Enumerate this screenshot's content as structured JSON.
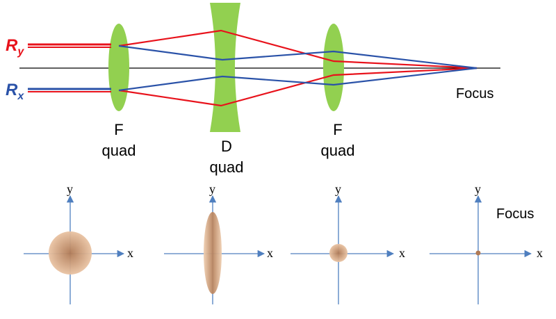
{
  "beamline": {
    "ray_y_main": "R",
    "ray_y_sub": "y",
    "ray_x_main": "R",
    "ray_x_sub": "x",
    "focus_label": "Focus",
    "lens1": {
      "line1": "F",
      "line2": "quad"
    },
    "lens2": {
      "line1": "D",
      "line2": "quad"
    },
    "lens3": {
      "line1": "F",
      "line2": "quad"
    }
  },
  "colors": {
    "ray_y": "#e8121b",
    "ray_x": "#2a52a8",
    "lens": "#92d050",
    "axis": "#4f7fbf",
    "spot": "#c8926a"
  },
  "profiles": {
    "axis_x_label": "x",
    "axis_y_label": "y",
    "focus_label": "Focus",
    "spots": [
      {
        "shape": "round",
        "size_relative": 1.0
      },
      {
        "shape": "tall-ellipse",
        "size_relative": 1.0
      },
      {
        "shape": "round",
        "size_relative": 0.4
      },
      {
        "shape": "round",
        "size_relative": 0.12
      }
    ]
  }
}
